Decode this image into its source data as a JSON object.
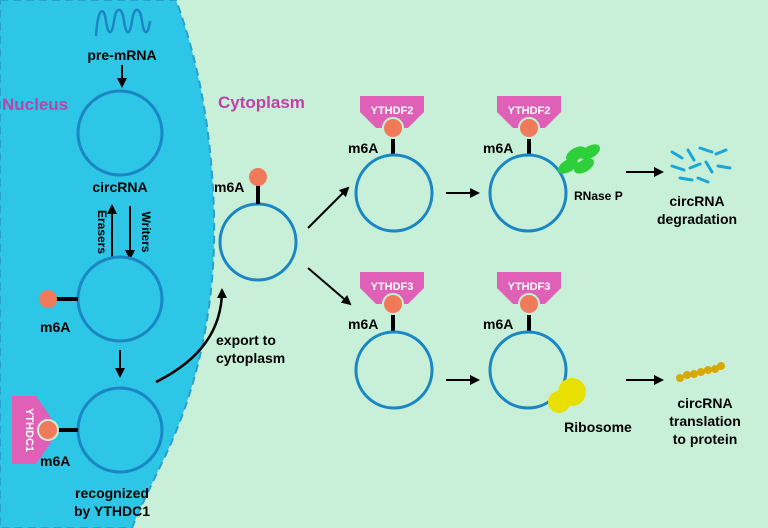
{
  "colors": {
    "cytoplasm_bg": "#c8f0d8",
    "nucleus_fill": "#2ec6e6",
    "nucleus_border": "#2aa0d0",
    "circle_stroke": "#1a86c4",
    "m6a_dot": "#f07a5a",
    "reader_protein": "#e060b8",
    "region_label": "#c040a8",
    "rnase": "#2ecf3a",
    "ribosome": "#e8e000",
    "peptide": "#d8a800",
    "fragments": "#1aa6d8"
  },
  "labels": {
    "nucleus": "Nucleus",
    "cytoplasm": "Cytoplasm",
    "pre_mrna": "pre-mRNA",
    "circrna": "circRNA",
    "erasers": "Erasers",
    "writers": "Writers",
    "m6a": "m6A",
    "recognized_line1": "recognized",
    "recognized_line2": "by YTHDC1",
    "export_line1": "export to",
    "export_line2": "cytoplasm",
    "ythdc1": "YTHDC1",
    "ythdf2": "YTHDF2",
    "ythdf3": "YTHDF3",
    "rnase_p": "RNase P",
    "ribosome": "Ribosome",
    "degradation_line1": "circRNA",
    "degradation_line2": "degradation",
    "translation_line1": "circRNA",
    "translation_line2": "translation",
    "translation_line3": "to protein"
  }
}
